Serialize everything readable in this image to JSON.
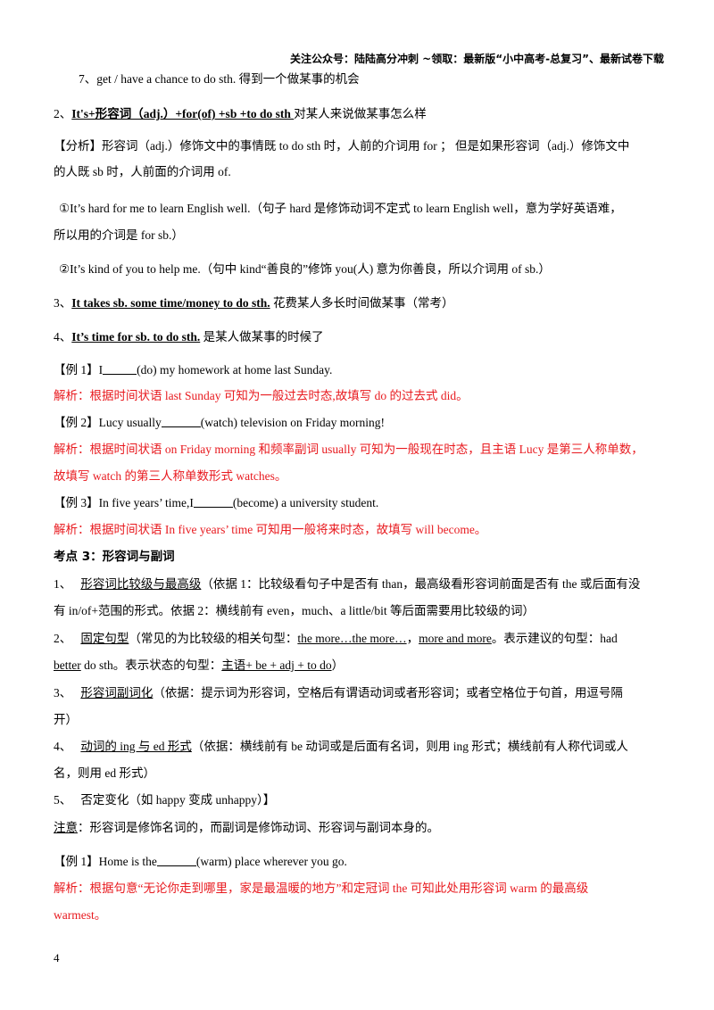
{
  "header": "关注公众号：陆陆高分冲刺 ~领取：最新版“小中高考-总复习”、最新试卷下载",
  "item7": "7、get / have a chance to do sth. 得到一个做某事的机会",
  "pattern2": {
    "num": "2、",
    "bold": "It's+形容词（adj.）+for(of) +sb +to do sth ",
    "rest": "对某人来说做某事怎么样"
  },
  "analysis": {
    "line1": "【分析】形容词（adj.）修饰文中的事情既 to do sth 时，人前的介词用 for ；  但是如果形容词（adj.）修饰文中",
    "line2": "的人既 sb 时，人前面的介词用 of."
  },
  "ex1": {
    "line1": "①It’s hard for me to learn English well.（句子  hard  是修饰动词不定式 to learn English well，意为学好英语难，",
    "line2": "所以用的介词是 for sb.）"
  },
  "ex2": "②It’s kind of you to help me.（句中 kind“善良的”修饰 you(人)  意为你善良，所以介词用 of sb.）",
  "pattern3": {
    "num": "3、",
    "bold": "It takes sb. some time/money to do sth.",
    "rest": " 花费某人多长时间做某事（常考）"
  },
  "pattern4": {
    "num": "4、",
    "bold": "It’s time for sb. to do sth.",
    "rest": " 是某人做某事的时候了"
  },
  "example1": {
    "pre": "【例 1】I",
    "post": "(do) my homework at home last Sunday."
  },
  "answer1": "解析：根据时间状语 last Sunday 可知为一般过去时态,故填写 do  的过去式 did。",
  "example2": {
    "pre": "【例 2】Lucy usually",
    "post": "(watch) television on Friday morning!"
  },
  "answer2": {
    "line1": "解析：根据时间状语 on Friday morning 和频率副词 usually 可知为一般现在时态，且主语 Lucy 是第三人称单数，",
    "line2": "故填写 watch  的第三人称单数形式 watches。"
  },
  "example3": {
    "pre": "【例 3】In five years’ time,I",
    "post": "(become) a university student."
  },
  "answer3": "解析：根据时间状语 In five years’ time 可知用一般将来时态，故填写 will become。",
  "section_title": "考点 3：形容词与副词",
  "points": {
    "p1": {
      "num": "1、",
      "u": "形容词比较级与最高级",
      "rest": "（依据 1：比较级看句子中是否有 than，最高级看形容词前面是否有 the 或后面有没",
      "line2": "有 in/of+范围的形式。依据 2：横线前有 even，much、a little/bit 等后面需要用比较级的词）"
    },
    "p2": {
      "num": "2、",
      "u": "固定句型",
      "a": "（常见的为比较级的相关句型：",
      "u2": "the more…the more…",
      "b": "，",
      "u3": "more and more",
      "c": "。表示建议的句型：had",
      "u4": "better",
      "d": "  do sth。表示状态的句型：",
      "u5": "主语+ be + adj + to do",
      "e": "）"
    },
    "p3": {
      "num": "3、",
      "u": "形容词副词化",
      "rest": "（依据：提示词为形容词，空格后有谓语动词或者形容词；或者空格位于句首，用逗号隔",
      "line2": "开）"
    },
    "p4": {
      "num": "4、",
      "u": "动词的 ing 与 ed 形式",
      "rest": "（依据：横线前有 be 动词或是后面有名词，则用 ing 形式；横线前有人称代词或人",
      "line2": "名，则用 ed 形式）"
    },
    "p5": {
      "num": "5、",
      "text": "否定变化（如 happy 变成 unhappy）】"
    }
  },
  "note": {
    "u": "注意",
    "rest": "：形容词是修饰名词的，而副词是修饰动词、形容词与副词本身的。"
  },
  "example4": {
    "pre": "【例 1】Home is the",
    "post": "(warm) place wherever you go."
  },
  "answer4": {
    "line1": "解析：根据句意“无论你走到哪里，家是最温暖的地方”和定冠词 the 可知此处用形容词 warm 的最高级",
    "line2": "warmest。"
  },
  "page_number": "4"
}
